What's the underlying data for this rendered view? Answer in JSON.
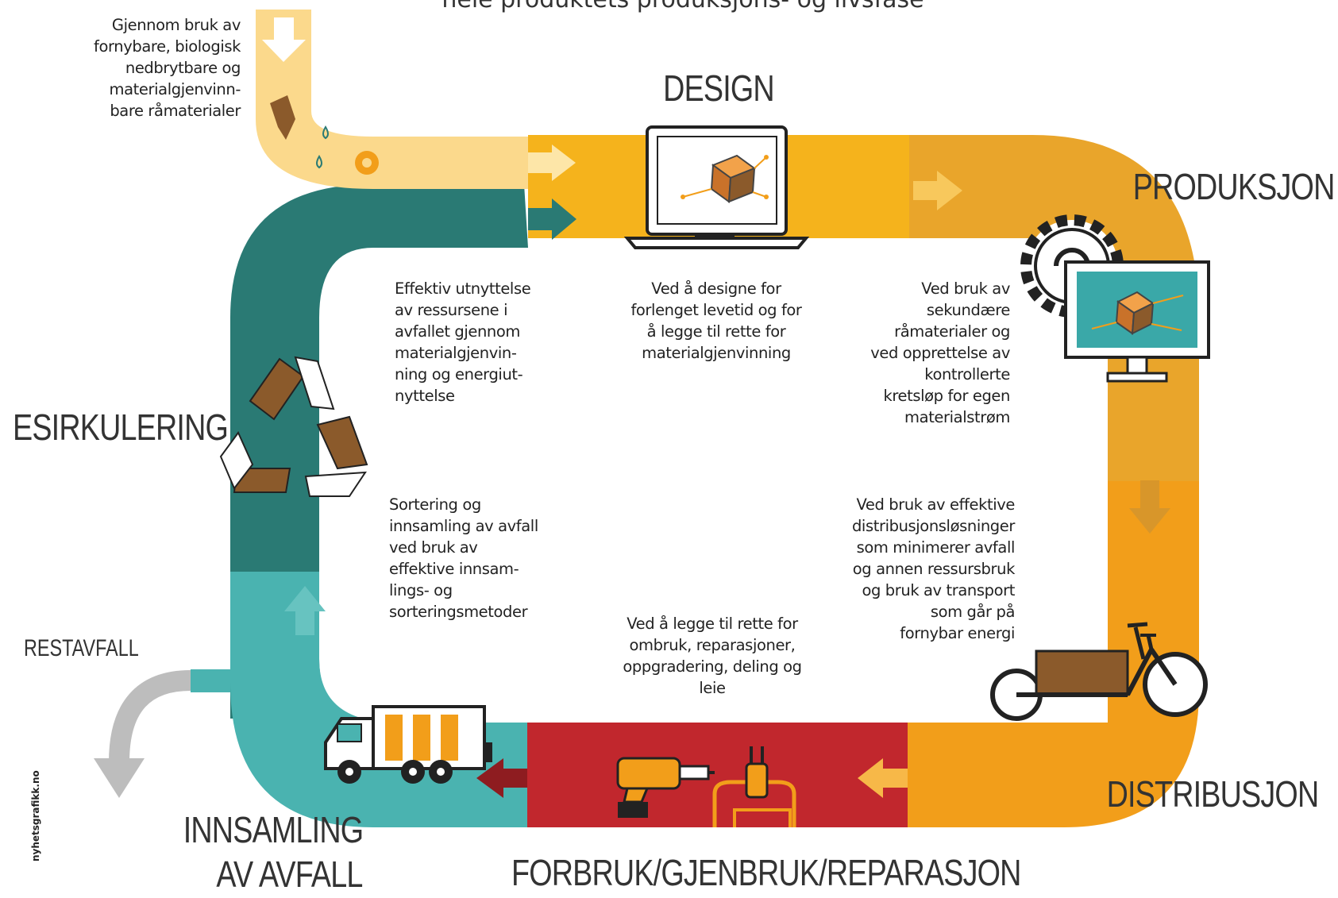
{
  "title": "hele produktets produksjons- og livsfase",
  "credit": "nyhetsgrafikk.no",
  "colors": {
    "pale_yellow": "#FBD98C",
    "yellow": "#F5B31C",
    "dark_orange": "#E9A52B",
    "orange": "#F29E1A",
    "red": "#C1272D",
    "teal": "#4AB3B0",
    "dark_teal": "#2A7A74",
    "grey": "#BDBDBD",
    "brown": "#8B5A2B"
  },
  "stages": {
    "design": "DESIGN",
    "produksjon": "PRODUKSJON",
    "distribusjon": "DISTRIBUSJON",
    "forbruk": "FORBRUK/GJENBRUK/REPARASJON",
    "innsamling_line1": "INNSAMLING",
    "innsamling_line2": "AV AVFALL",
    "resirkulering": "ESIRKULERING"
  },
  "restavfall": "RESTAVFALL",
  "descriptions": {
    "input": "Gjennom bruk av\nfornybare, biologisk\nnedbrytbare og\nmaterialgjenvinn-\nbare råmaterialer",
    "design": "Ved å designe for\nforlenget levetid og for\nå legge til rette for\nmaterialgjenvinning",
    "produksjon": "Ved bruk av\nsekundære\nråmaterialer og\nved opprettelse av\nkontrollerte\nkretsløp for egen\nmaterialstrøm",
    "resirkulering": "Effektiv utnyttelse\nav ressursene i\navfallet gjennom\nmaterialgjenvin-\nning og energiut-\nnyttelse",
    "innsamling": "Sortering og\ninnsamling av avfall\nved bruk av\neffektive innsam-\nlings- og\nsorteringsmetoder",
    "distribusjon": "Ved bruk av effektive\ndistribusjonsløsninger\nsom minimerer avfall\nog annen ressursbruk\nog bruk av transport\nsom går på\nfornybar energi",
    "forbruk": "Ved å legge til rette for\nombruk, reparasjoner,\noppgradering, deling og\nleie"
  },
  "icons": [
    "down-arrow-icon",
    "raw-material-icon",
    "laptop-icon",
    "cube-icon",
    "gear-icon",
    "monitor-icon",
    "recycle-icon",
    "cargo-bike-icon",
    "drill-icon",
    "plug-icon",
    "garbage-truck-icon"
  ]
}
